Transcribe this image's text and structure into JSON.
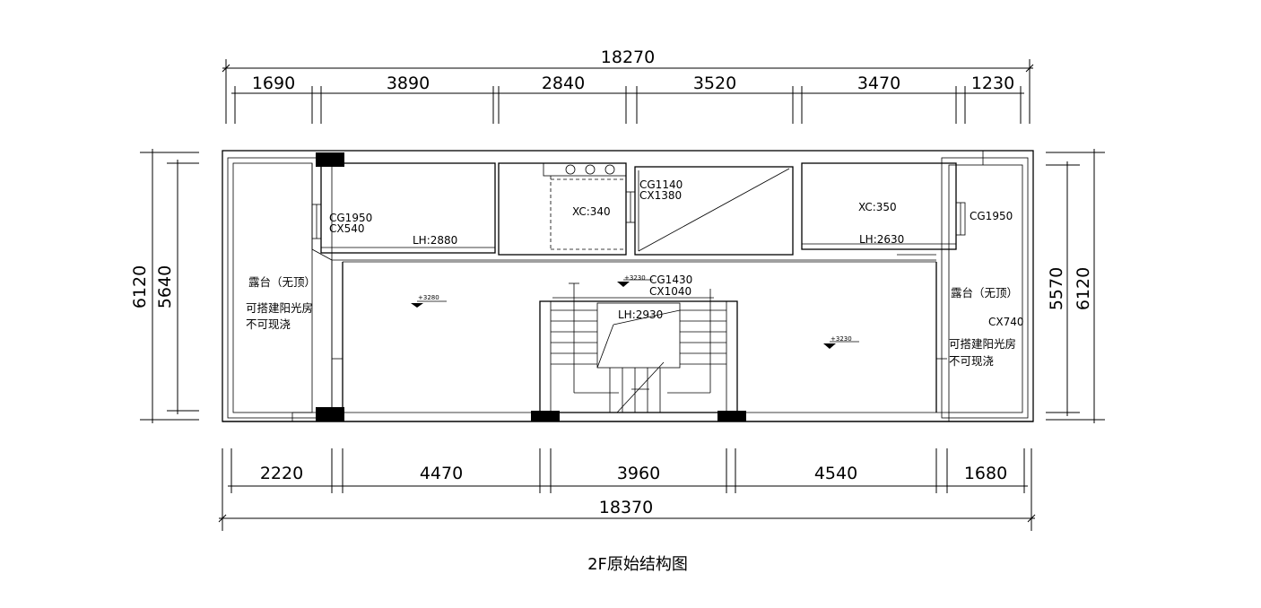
{
  "title": "2F原始结构图",
  "dimensions": {
    "top_total": "18270",
    "top_segments": [
      "1690",
      "3890",
      "2840",
      "3520",
      "3470",
      "1230"
    ],
    "bottom_segments": [
      "2220",
      "4470",
      "3960",
      "4540",
      "1680"
    ],
    "bottom_total": "18370",
    "left_outer": "6120",
    "left_inner": "5640",
    "right_inner": "5570",
    "right_outer": "6120"
  },
  "labels": {
    "room1_cg": "CG1950",
    "room1_cx": "CX540",
    "room1_lh": "LH:2880",
    "room2_xc": "XC:340",
    "room3_cg": "CG1140",
    "room3_cx": "CX1380",
    "room4_xc": "XC:350",
    "room4_lh": "LH:2630",
    "right_cg": "CG1950",
    "stair_cg": "CG1430",
    "stair_cx": "CX1040",
    "stair_lh": "LH:2930",
    "right_cx": "CX740"
  },
  "levels": {
    "left": "+3280",
    "stair": "+3230",
    "right": "+3230"
  },
  "terrace_left": {
    "name": "露台（无顶）",
    "line1": "可搭建阳光房",
    "line2": "不可现浇"
  },
  "terrace_right": {
    "name": "露台（无顶）",
    "line1": "可搭建阳光房",
    "line2": "不可现浇"
  }
}
